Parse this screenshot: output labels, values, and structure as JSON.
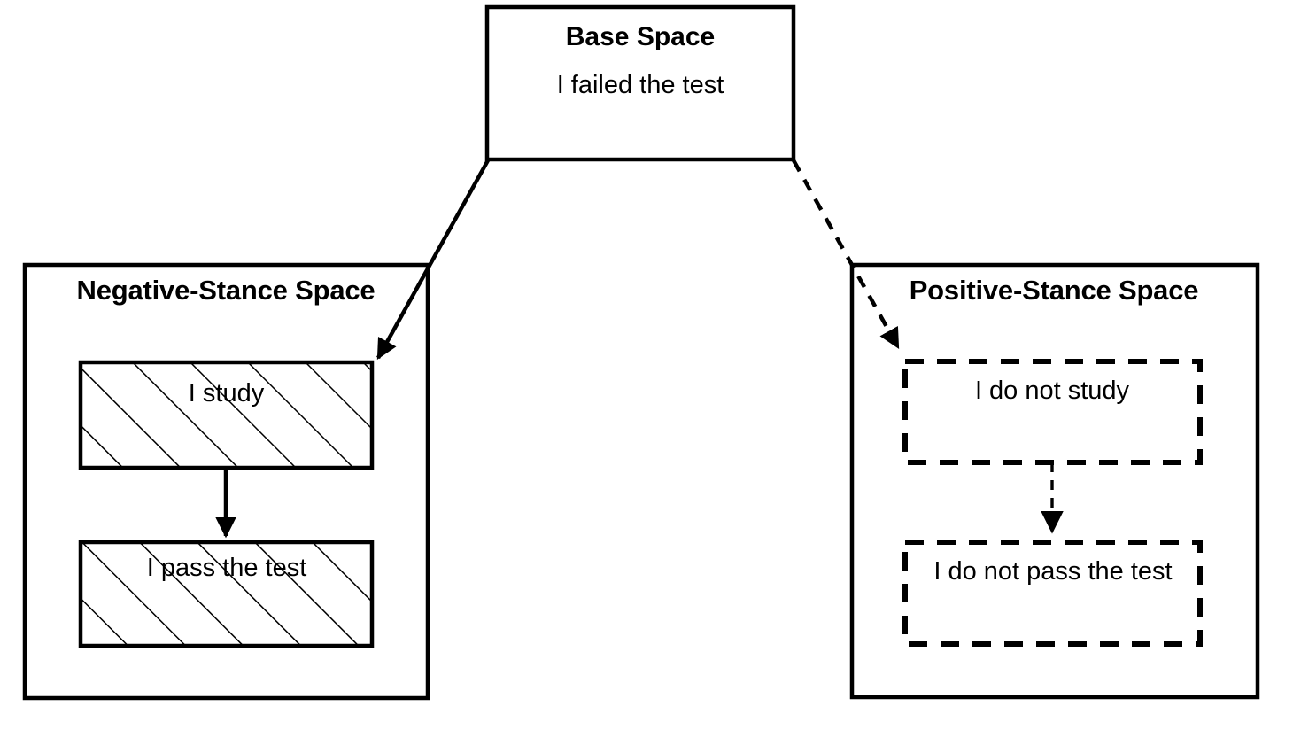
{
  "diagram": {
    "title_semantic": "mental-spaces-stance-diagram",
    "background_color": "#ffffff",
    "stroke_color": "#000000",
    "text_color": "#000000"
  },
  "base_space": {
    "title": "Base Space",
    "body": "I failed the test"
  },
  "left_space": {
    "title": "Negative-Stance Space",
    "border_style": "solid",
    "nodes": [
      {
        "text": "I study",
        "fill_pattern": "diagonal-hatch",
        "border_style": "solid"
      },
      {
        "text": "I pass the test",
        "fill_pattern": "diagonal-hatch",
        "border_style": "solid"
      }
    ],
    "inner_arrow_style": "solid"
  },
  "right_space": {
    "title": "Positive-Stance Space",
    "border_style": "solid",
    "nodes": [
      {
        "text": "I do not study",
        "fill_pattern": "none",
        "border_style": "dashed"
      },
      {
        "text": "I do not pass the test",
        "fill_pattern": "none",
        "border_style": "dashed"
      }
    ],
    "inner_arrow_style": "dashed"
  },
  "connectors": [
    {
      "from": "base_space",
      "to": "left_space",
      "style": "solid"
    },
    {
      "from": "base_space",
      "to": "right_space",
      "style": "dashed"
    }
  ]
}
